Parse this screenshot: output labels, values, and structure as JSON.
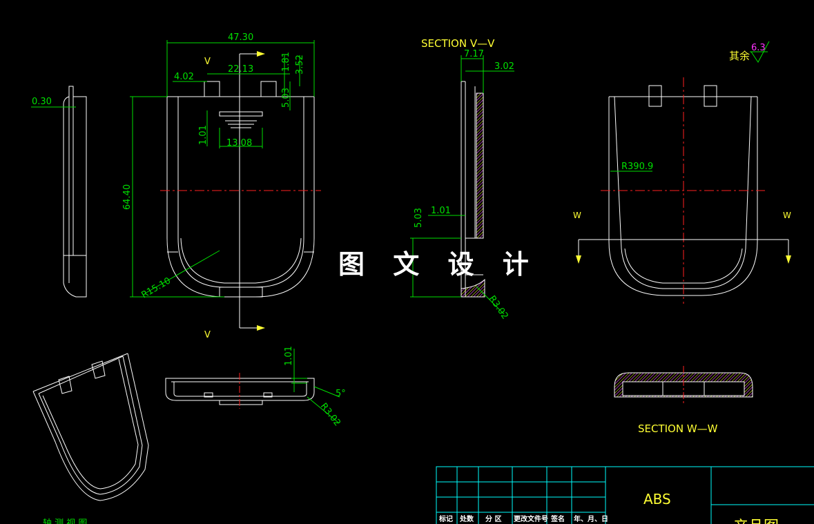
{
  "drawing": {
    "watermark": "图 文 设 计",
    "roughness_prefix": "其余",
    "roughness_value": "6.3",
    "section_vv_title": "SECTION  V—V",
    "section_ww_title": "SECTION  W—W",
    "cut_label_v_top": "V",
    "cut_label_v_bottom": "V",
    "cut_label_w_left": "W",
    "cut_label_w_right": "W",
    "iso_view_label": "轴 测 视 图",
    "dimensions": {
      "overall_width": "47.30",
      "hook_width": "22.13",
      "hook_offset": "4.02",
      "hook_depth": "1.81",
      "hook_height": "3.52",
      "slot_depth": "5.03",
      "slot_height": "1.01",
      "slot_width": "13.08",
      "overall_height": "64.40",
      "corner_radius": "R15.10",
      "wall_offset": "0.30",
      "vv_width": "7.17",
      "vv_wall": "3.02",
      "vv_step": "1.01",
      "vv_height": "5.03",
      "vv_radius": "R3.02",
      "ww_radius": "R390.9",
      "bottom_height": "1.01",
      "bottom_angle": "5°",
      "bottom_radius": "R3.02"
    }
  },
  "title_block": {
    "material": "ABS",
    "drawing_name": "产品图",
    "headers": [
      "标记",
      "处数",
      "分 区",
      "更改文件号",
      "签名",
      "年、月、日"
    ]
  },
  "colors": {
    "outline": "#ffffff",
    "dimension": "#00e000",
    "centerline": "#ff2020",
    "annotation": "#ffff33",
    "roughness": "#ff33ff",
    "table_line": "#00ffff"
  }
}
